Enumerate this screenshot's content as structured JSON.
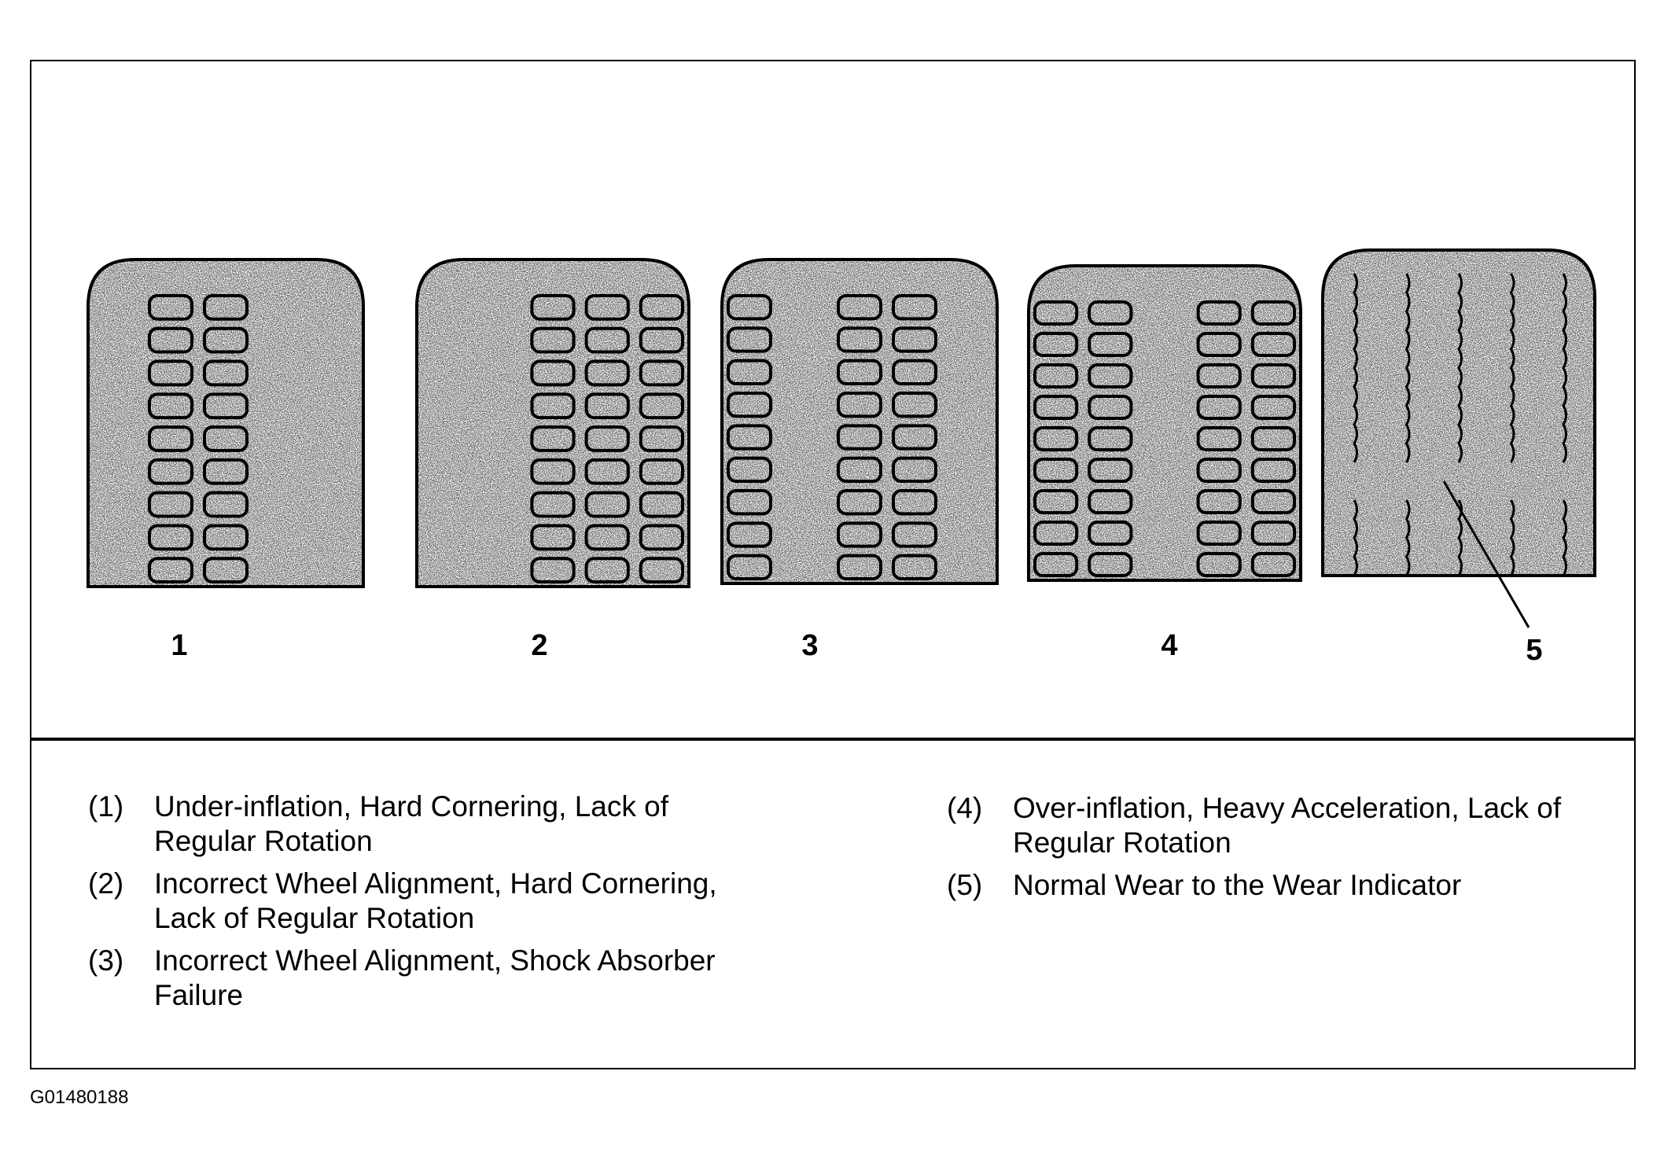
{
  "figure": {
    "callout_numbers": [
      "1",
      "2",
      "3",
      "4",
      "5"
    ],
    "legend": [
      {
        "num": "(1)",
        "lines": [
          "Under-inflation, Hard Cornering, Lack of",
          "Regular Rotation"
        ]
      },
      {
        "num": "(2)",
        "lines": [
          "Incorrect Wheel Alignment, Hard Cornering,",
          "Lack of Regular Rotation"
        ]
      },
      {
        "num": "(3)",
        "lines": [
          "Incorrect Wheel Alignment, Shock Absorber",
          "Failure"
        ]
      },
      {
        "num": "(4)",
        "lines": [
          "Over-inflation, Heavy Acceleration, Lack of",
          "Regular Rotation"
        ]
      },
      {
        "num": "(5)",
        "lines": [
          "Normal Wear to the Wear Indicator"
        ]
      }
    ],
    "figure_id": "G01480188",
    "tire_icons": [
      "tire-tread-underinflation-icon",
      "tire-tread-alignment-icon",
      "tire-tread-cupping-icon",
      "tire-tread-overinflation-icon",
      "tire-tread-wear-indicator-icon"
    ]
  }
}
